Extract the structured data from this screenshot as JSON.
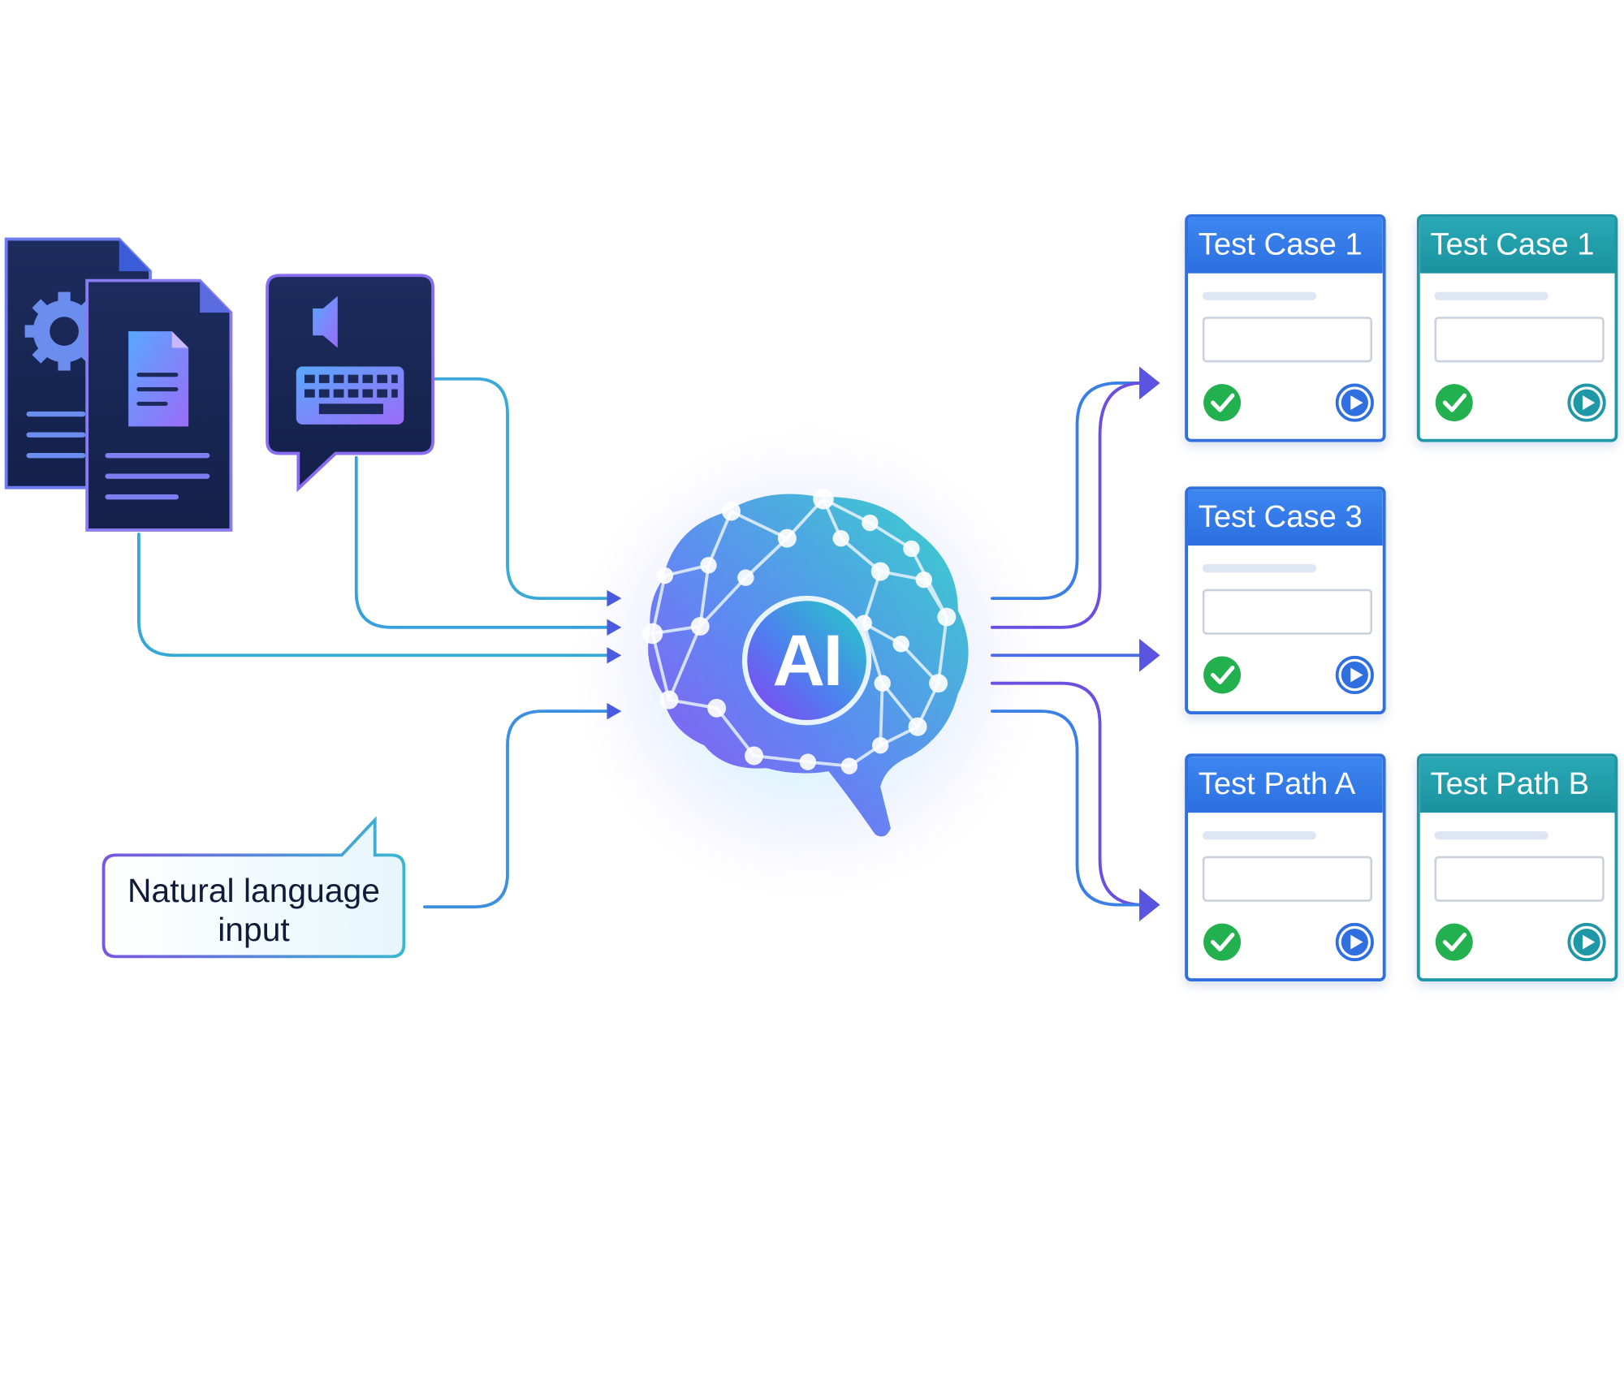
{
  "center": {
    "label": "AI"
  },
  "inputs": {
    "natural_language": {
      "line1": "Natural language",
      "line2": "input"
    }
  },
  "outputs": {
    "cards": [
      {
        "title": "Test Case 1"
      },
      {
        "title": "Test Case 1"
      },
      {
        "title": "Test Case 3"
      },
      {
        "title": "Test Path A"
      },
      {
        "title": "Test Path B"
      }
    ]
  },
  "colors": {
    "navy": "#1a2a5c",
    "blue": "#2f6fdf",
    "teal": "#1e98a6",
    "purple": "#7a55e0",
    "green": "#23b04f"
  }
}
